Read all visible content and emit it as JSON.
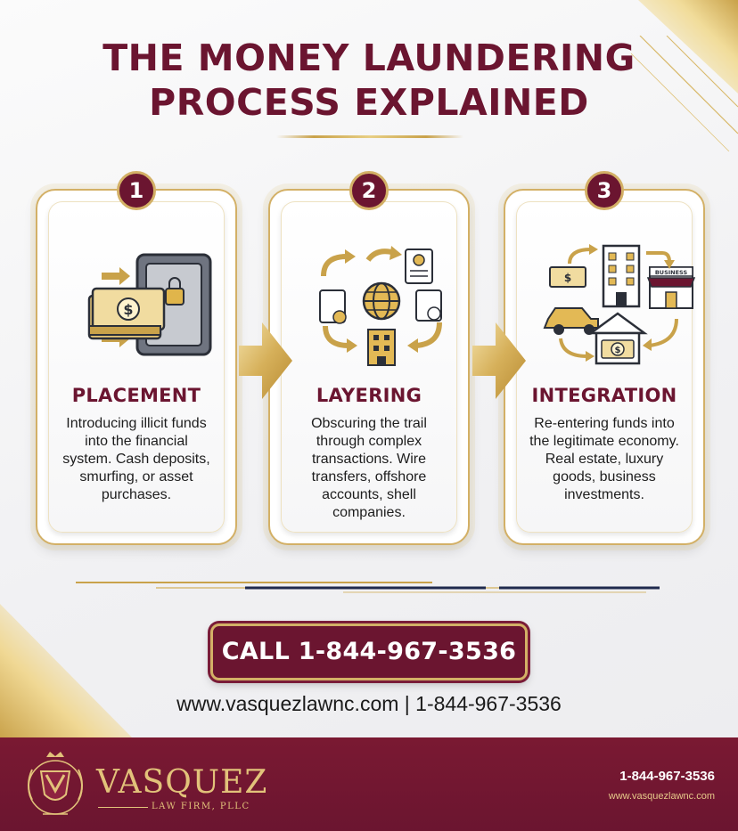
{
  "title": {
    "line1": "THE MONEY LAUNDERING",
    "line2": "PROCESS EXPLAINED"
  },
  "steps": [
    {
      "number": "1",
      "name": "PLACEMENT",
      "description": "Introducing illicit funds into the financial system. Cash deposits, smurfing, or asset purchases.",
      "icon": "cash-vault-icon"
    },
    {
      "number": "2",
      "name": "LAYERING",
      "description": "Obscuring the trail through complex transactions. Wire transfers, offshore accounts, shell companies.",
      "icon": "global-transfers-icon"
    },
    {
      "number": "3",
      "name": "INTEGRATION",
      "description": "Re-entering funds into the legitimate economy. Real estate, luxury goods, business investments.",
      "icon": "business-realestate-icon",
      "business_sign": "BUSINESS"
    }
  ],
  "cta": {
    "label": "CALL 1-844-967-3536"
  },
  "contact_line": "www.vasquezlawnc.com | 1-844-967-3536",
  "footer": {
    "brand_name": "VASQUEZ",
    "brand_sub": "LAW FIRM, PLLC",
    "phone": "1-844-967-3536",
    "url": "www.vasquezlawnc.com"
  },
  "colors": {
    "maroon": "#6b1530",
    "gold": "#d3b066",
    "navy": "#1f2a4d"
  }
}
